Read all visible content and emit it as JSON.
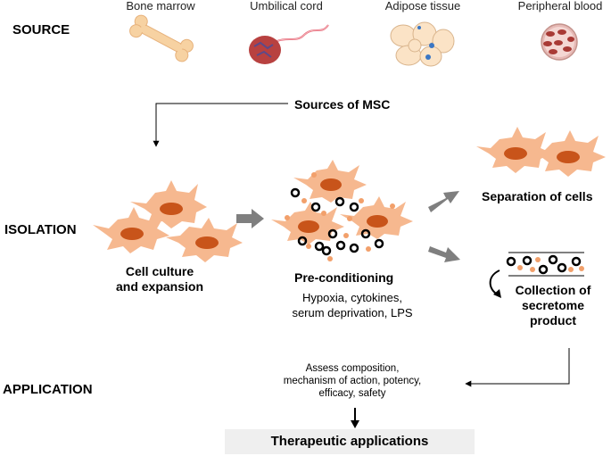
{
  "stages": {
    "source": "SOURCE",
    "isolation": "ISOLATION",
    "application": "APPLICATION"
  },
  "sources": [
    "Bone marrow",
    "Umbilical cord",
    "Adipose tissue",
    "Peripheral blood"
  ],
  "sources_of_msc": "Sources of MSC",
  "culture": {
    "line1": "Cell culture",
    "line2": "and expansion"
  },
  "preconditioning": {
    "title": "Pre-conditioning",
    "line1": "Hypoxia, cytokines,",
    "line2": "serum deprivation, LPS"
  },
  "separation": "Separation of cells",
  "collection": {
    "line1": "Collection of",
    "line2": "secretome",
    "line3": "product"
  },
  "assess": {
    "line1": "Assess composition,",
    "line2": "mechanism of action, potency,",
    "line3": "efficacy, safety"
  },
  "therapeutic": "Therapeutic applications",
  "colors": {
    "cell_body": "#f6b88f",
    "cell_nucleus": "#c8541a",
    "arrow_gray": "#7f7f7f",
    "dot_orange": "#f2a06b",
    "bone": "#f7d2a2",
    "cord": "#e45a6a",
    "blood_cell": "#a83a35"
  }
}
